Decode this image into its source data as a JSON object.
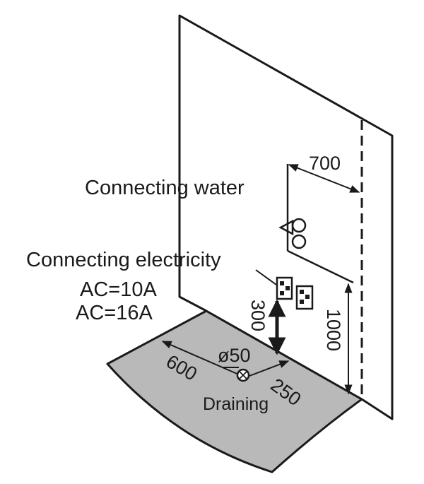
{
  "labels": {
    "water": "Connecting water",
    "electricity": "Connecting electricity",
    "ac_10a": "AC=10A",
    "ac_16a": "AC=16A",
    "drain_diameter": "ø50",
    "draining": "Draining"
  },
  "dimensions": {
    "water_offset": "700",
    "socket_height": "300",
    "wall_height": "1000",
    "floor_depth": "600",
    "drain_offset": "250"
  },
  "colors": {
    "line": "#1a1a1a",
    "floor": "#b9b9b9",
    "wall": "#ffffff",
    "background": "#ffffff"
  },
  "icons": [
    "water-valve-icon",
    "electric-socket-icon",
    "drain-icon"
  ]
}
